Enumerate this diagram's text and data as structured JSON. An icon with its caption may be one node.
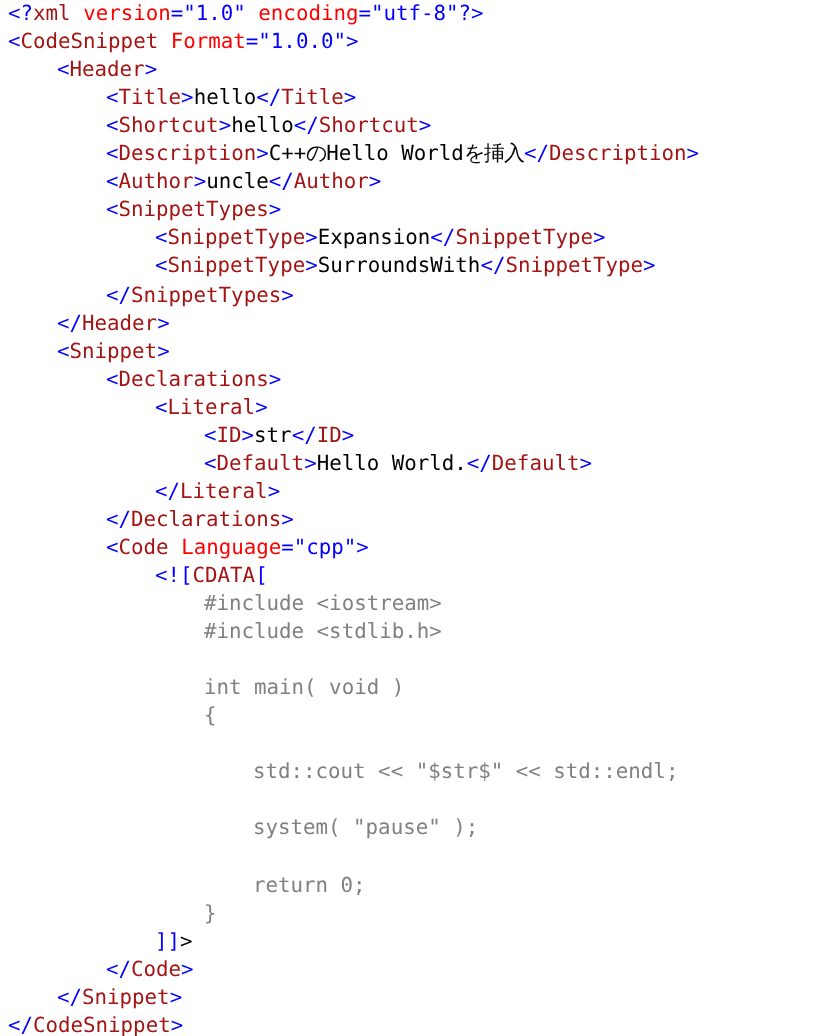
{
  "diagram": {
    "labels": [
      "<?xml version=\"1.0\" encoding=\"utf-8\"?>",
      "<CodeSnippet Format=\"1.0.0\">",
      "<Header>",
      "<Title>hello</Title>",
      "<Shortcut>hello</Shortcut>",
      "<Description>C++のHello Worldを挿入</Description>",
      "<Author>uncle</Author>",
      "<SnippetTypes>",
      "<SnippetType>Expansion</SnippetType>",
      "<SnippetType>SurroundsWith</SnippetType>",
      "</SnippetTypes>",
      "</Header>",
      "<Snippet>",
      "<Declarations>",
      "<Literal>",
      "<ID>str</ID>",
      "<Default>Hello World.</Default>",
      "</Literal>",
      "</Declarations>",
      "<Code Language=\"cpp\">",
      "<![CDATA[",
      "#include <iostream>",
      "#include <stdlib.h>",
      "int main( void )",
      "{",
      "std::cout << \"$str$\" << std::endl;",
      "system( \"pause\" );",
      "return 0;",
      "}",
      "]]>",
      "</Code>",
      "</Snippet>",
      "</CodeSnippet>"
    ]
  }
}
